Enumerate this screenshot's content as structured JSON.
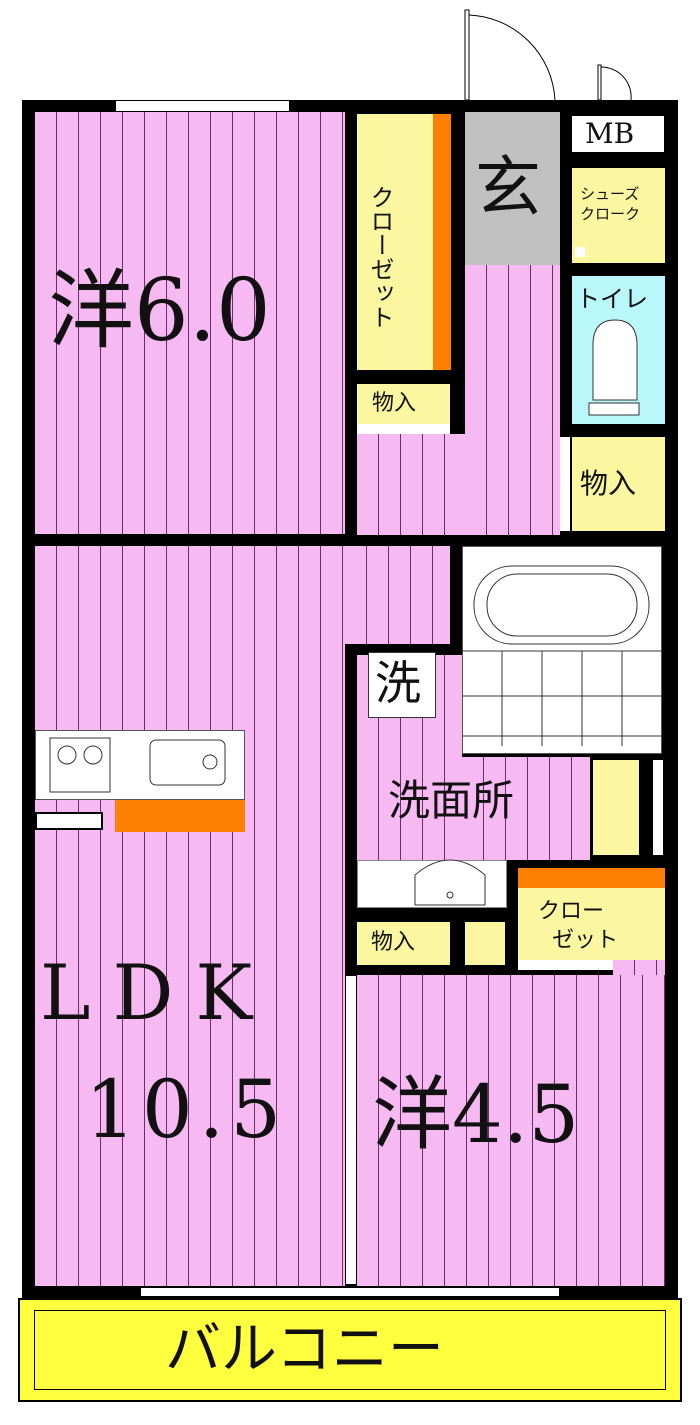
{
  "rooms": {
    "western1": {
      "name": "洋",
      "size": "6.0"
    },
    "closet1": "クローゼット",
    "storage1": "物入",
    "entrance": "玄",
    "mb": "MB",
    "shoe_cloak": [
      "シューズ",
      "クローク"
    ],
    "toilet": "トイレ",
    "storage2": "物入",
    "laundry": "洗",
    "washroom": "洗面所",
    "storage3": "物入",
    "closet2": [
      "クロー",
      "ゼット"
    ],
    "ldk": {
      "name": "LDK",
      "size": "10.5"
    },
    "western2": {
      "name": "洋",
      "size": "4.5"
    },
    "balcony": "バルコニー"
  },
  "colors": {
    "floor": "#f6b9f2",
    "storage": "#fbf7a0",
    "accent": "#ff8000",
    "entrance": "#c0c0c0",
    "toilet": "#b9f7fb",
    "balcony": "#ffff40"
  }
}
